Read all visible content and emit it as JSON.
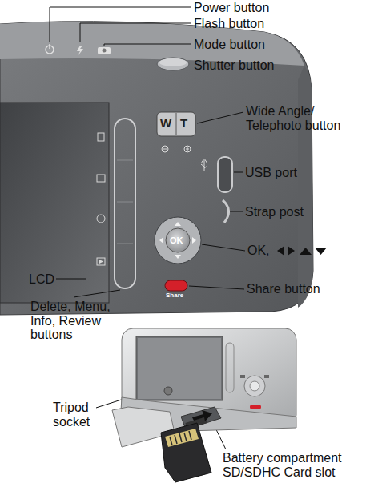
{
  "diagram": {
    "labels": [
      "Power button",
      "Flash button",
      "Mode button",
      "Shutter button",
      "Wide Angle/ Telephoto button",
      "USB port",
      "Strap post",
      "OK,",
      "Share button",
      "LCD",
      "Delete, Menu, Info, Review buttons",
      "Tripod socket",
      "Battery compartment SD/SDHC Card slot",
      "W",
      "T",
      "OK",
      "Share"
    ]
  }
}
